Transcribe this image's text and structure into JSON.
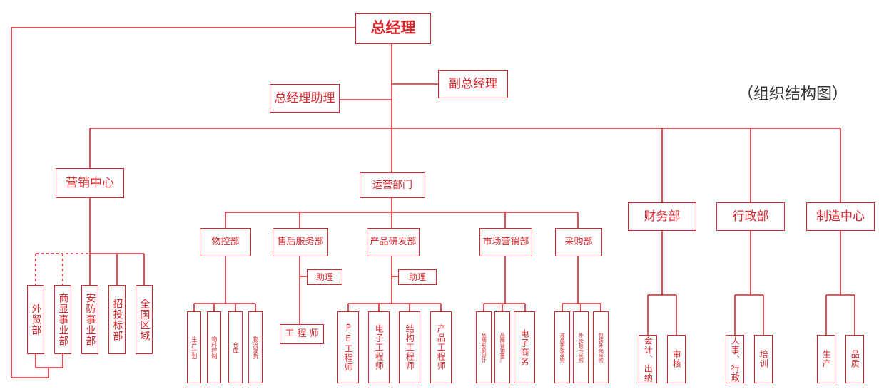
{
  "title": "（组织结构图）",
  "colors": {
    "line": "#d9252b",
    "text": "#d9252b",
    "title": "#333333"
  },
  "nodes": {
    "ceo": "总经理",
    "assistant": "总经理助理",
    "vice_gm": "副总经理",
    "marketing_center": "营销中心",
    "operations": "运营部门",
    "finance": "财务部",
    "admin": "行政部",
    "manufacturing": "制造中心",
    "marketing_sub": [
      "外贸部",
      "商显事业部",
      "安防事业部",
      "招投标部",
      "全国区域"
    ],
    "ops_sub": [
      "物控部",
      "售后服务部",
      "产品研发部",
      "市场营销部",
      "采购部"
    ],
    "ops_assistant": [
      "助理",
      "助理"
    ],
    "material_control_sub": [
      "生产计划",
      "物料控制",
      "仓库",
      "物流发货"
    ],
    "service_engineer": "工 程 师",
    "rd_sub": [
      "PE工程师",
      "电子工程师",
      "结构工程师",
      "产品工程师"
    ],
    "market_sub": [
      "品牌形象设计",
      "品牌营销推广",
      "电子商务"
    ],
    "purchase_sub": [
      "液晶拼接采购",
      "外壳板卡采购",
      "包装外壳采购"
    ],
    "finance_sub": [
      "会计、出纳",
      "审核"
    ],
    "admin_sub": [
      "人事、行政",
      "培训"
    ],
    "manufacturing_sub": [
      "生产",
      "品质"
    ]
  }
}
